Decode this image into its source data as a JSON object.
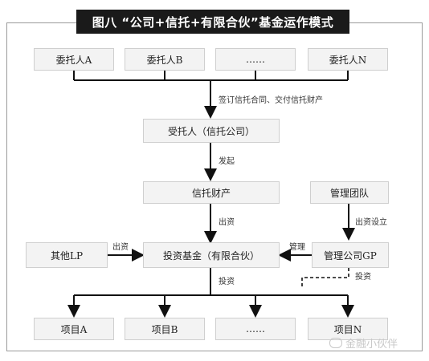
{
  "title": "图八 “公司+信托+有限合伙”基金运作模式",
  "trustors": [
    "委托人A",
    "委托人B",
    "……",
    "委托人N"
  ],
  "sign_label": "签订信托合同、交付信托财产",
  "trustee": "受托人（信托公司）",
  "initiate_label": "发起",
  "trust_property": "信托财产",
  "invest_label_1": "出资",
  "mgmt_team": "管理团队",
  "setup_label": "出资设立",
  "other_lp": "其他LP",
  "lp_invest_label": "出资",
  "fund": "投资基金（有限合伙）",
  "manage_label": "管理",
  "gp": "管理公司GP",
  "gp_invest_label": "投资",
  "fund_invest_label": "投资",
  "projects": [
    "项目A",
    "项目B",
    "……",
    "项目N"
  ],
  "watermark_right": "金融小伙伴"
}
